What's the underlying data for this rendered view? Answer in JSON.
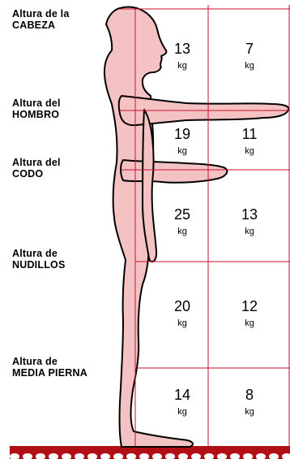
{
  "colors": {
    "grid_line": "#c8102e",
    "body_fill": "#f4c2c2",
    "body_stroke": "#000000",
    "floor": "#b00f16",
    "floor_scallop": "#ffffff"
  },
  "levels": [
    {
      "line1": "Altura de la",
      "line2": "CABEZA"
    },
    {
      "line1": "Altura del",
      "line2": "HOMBRO"
    },
    {
      "line1": "Altura del",
      "line2": "CODO"
    },
    {
      "line1": "Altura de",
      "line2": "NUDILLOS"
    },
    {
      "line1": "Altura de",
      "line2": "MEDIA PIERNA"
    }
  ],
  "zones": [
    {
      "left_value": "13",
      "right_value": "7",
      "unit": "kg"
    },
    {
      "left_value": "19",
      "right_value": "11",
      "unit": "kg"
    },
    {
      "left_value": "25",
      "right_value": "13",
      "unit": "kg"
    },
    {
      "left_value": "20",
      "right_value": "12",
      "unit": "kg"
    },
    {
      "left_value": "14",
      "right_value": "8",
      "unit": "kg"
    }
  ]
}
